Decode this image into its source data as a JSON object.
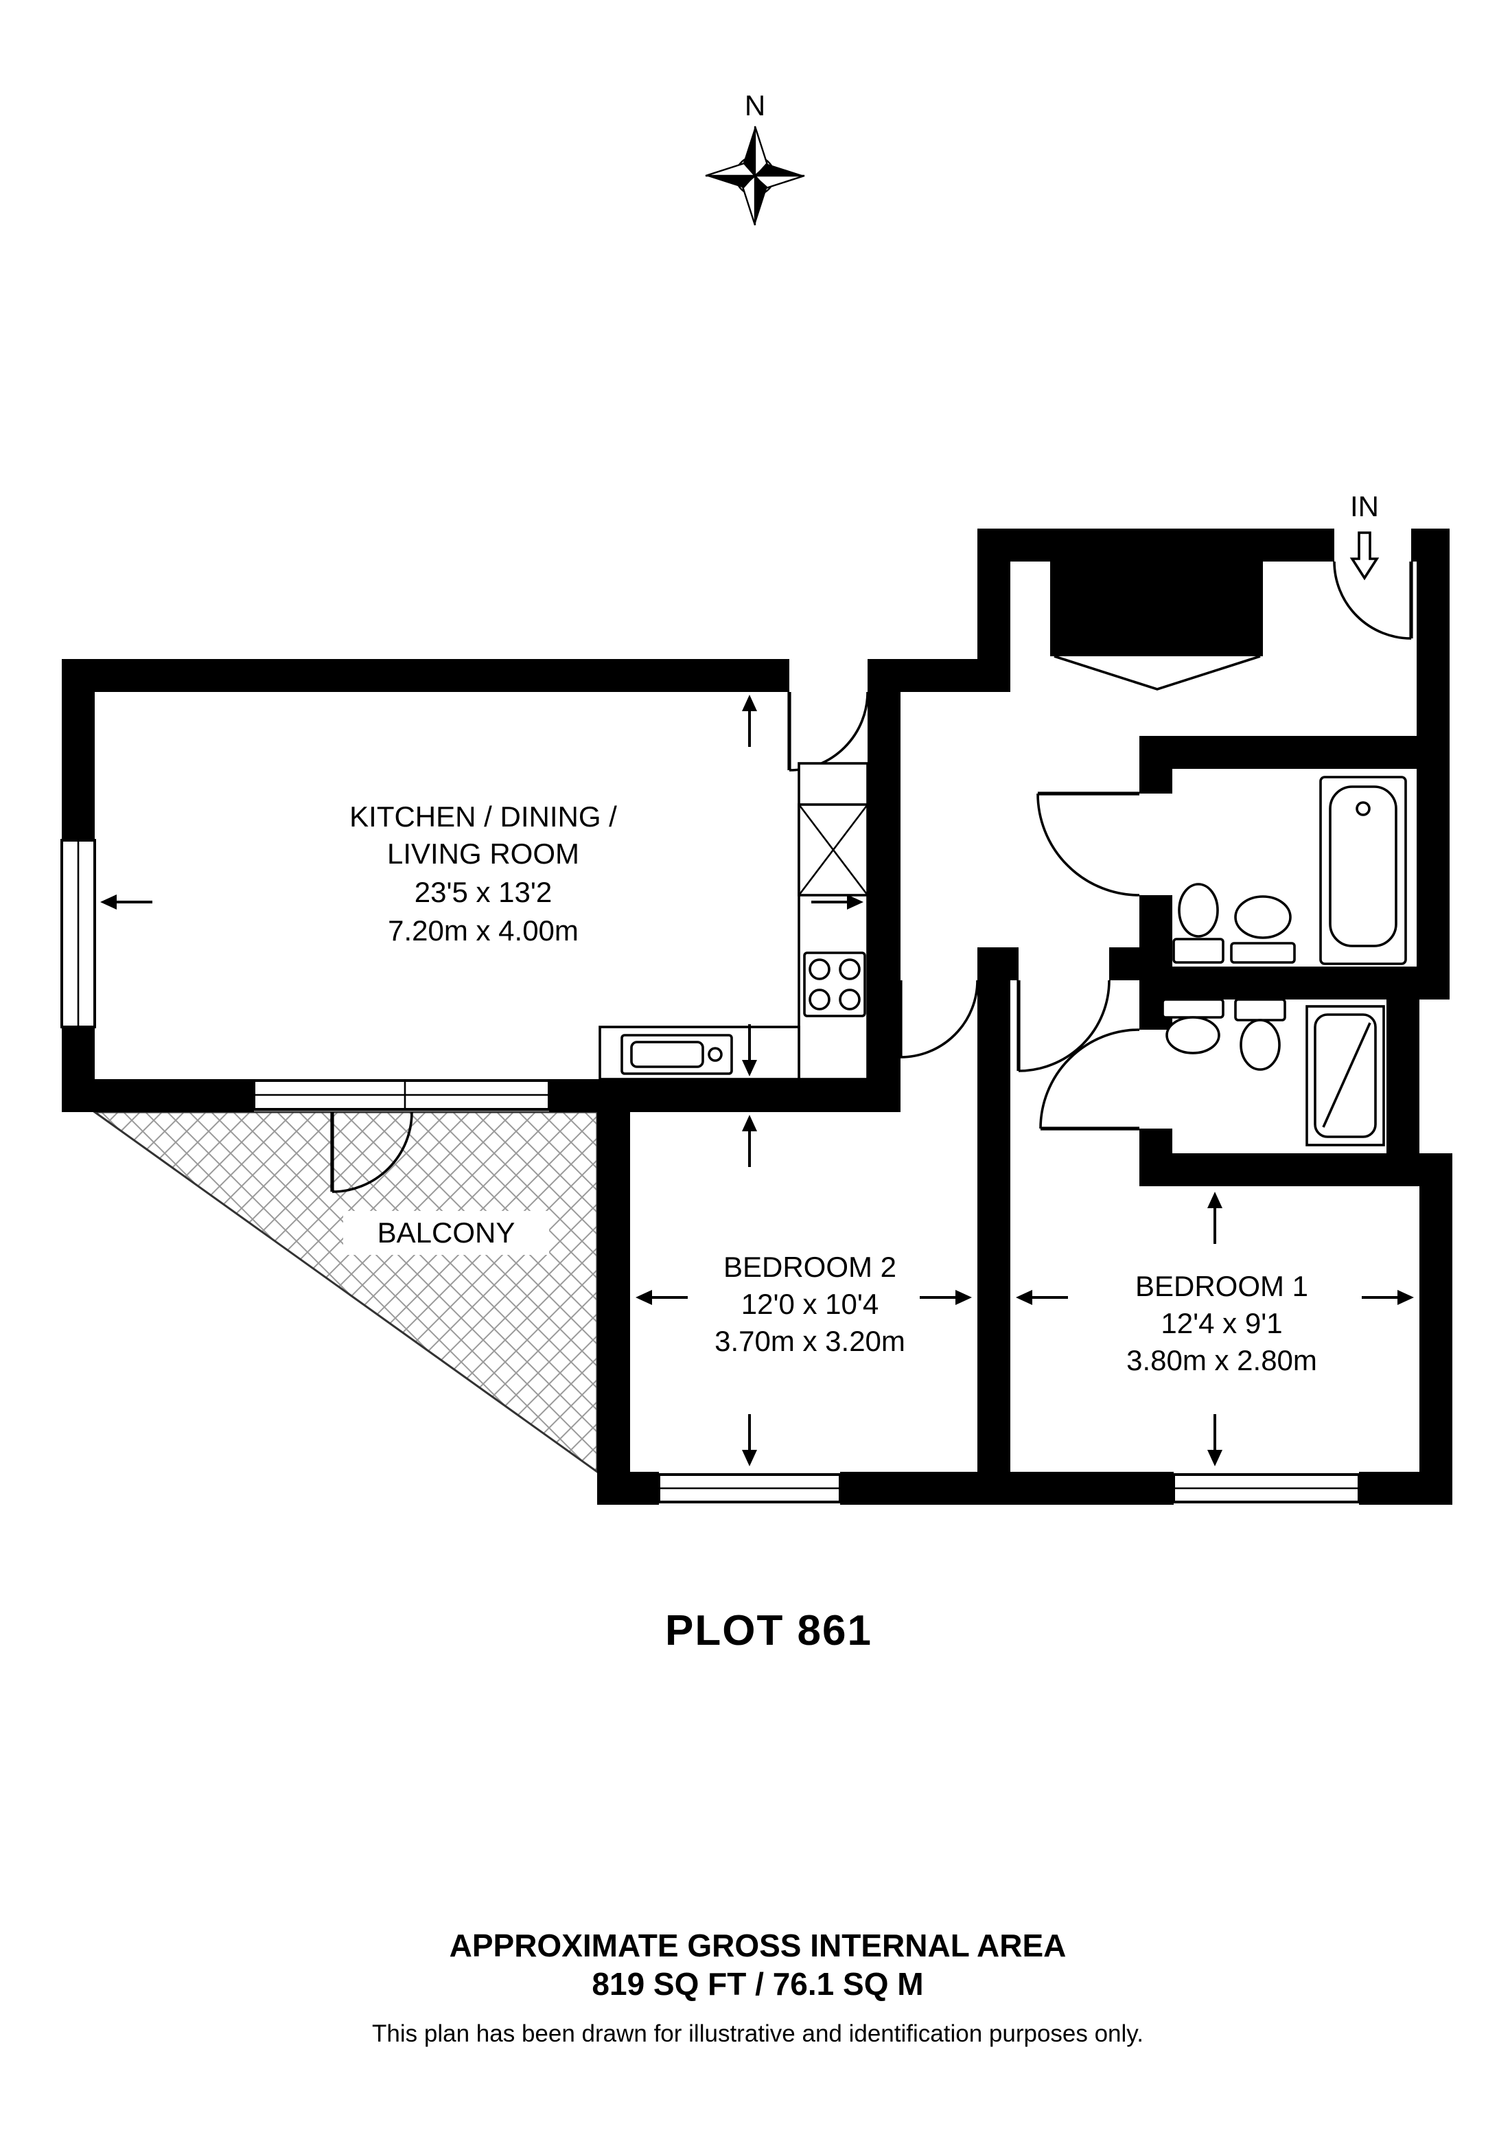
{
  "page": {
    "background": "#ffffff",
    "wall_color": "#000000"
  },
  "compass": {
    "north_label": "N"
  },
  "entry": {
    "label": "IN"
  },
  "rooms": {
    "kitchen": {
      "name_line1": "KITCHEN / DINING /",
      "name_line2": "LIVING ROOM",
      "dims_imperial": "23'5 x 13'2",
      "dims_metric": "7.20m x 4.00m"
    },
    "balcony": {
      "name": "BALCONY"
    },
    "bedroom2": {
      "name": "BEDROOM 2",
      "dims_imperial": "12'0 x 10'4",
      "dims_metric": "3.70m x 3.20m"
    },
    "bedroom1": {
      "name": "BEDROOM 1",
      "dims_imperial": "12'4 x 9'1",
      "dims_metric": "3.80m x 2.80m"
    }
  },
  "plot": {
    "label": "PLOT 861"
  },
  "footer": {
    "area_title": "APPROXIMATE GROSS INTERNAL AREA",
    "area_value": "819 SQ FT / 76.1 SQ M",
    "disclaimer": "This plan has been drawn for illustrative and identification purposes only."
  }
}
